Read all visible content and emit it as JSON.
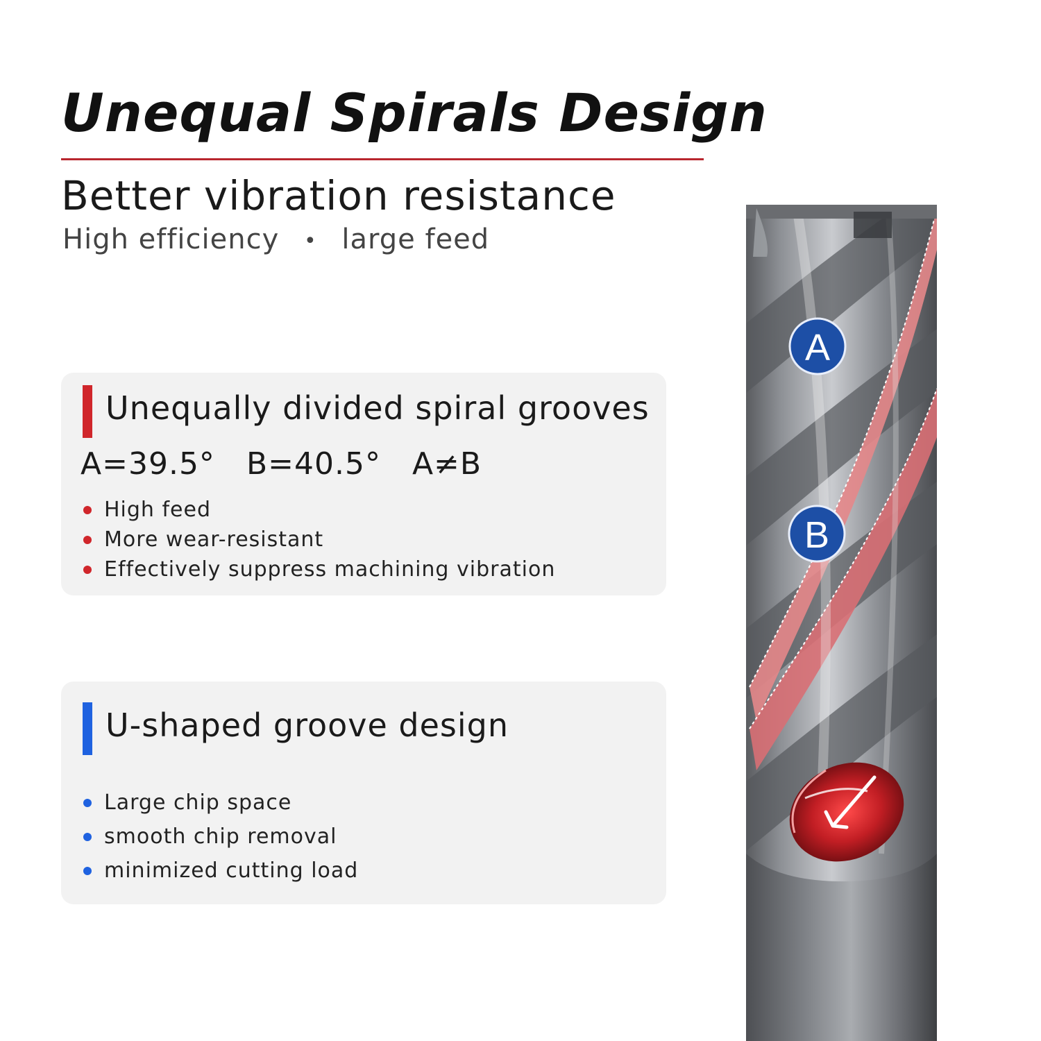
{
  "header": {
    "title": "Unequal Spirals Design",
    "subtitle": "Better vibration resistance",
    "tagline_left": "High efficiency",
    "tagline_separator": "•",
    "tagline_right": "large feed"
  },
  "cards": [
    {
      "heading": "Unequally divided spiral grooves",
      "formula": [
        "A=39.5°",
        "B=40.5°",
        "A≠B"
      ],
      "bullets": [
        "High feed",
        "More wear-resistant",
        "Effectively suppress machining vibration"
      ]
    },
    {
      "heading": "U-shaped groove design",
      "bullets": [
        "Large chip space",
        "smooth chip removal",
        "minimized cutting load"
      ]
    }
  ],
  "tool_labels": {
    "a": "A",
    "b": "B"
  },
  "colors": {
    "accent_red": "#d0262b",
    "accent_blue": "#1f62e0",
    "badge_blue": "#1d4fa6",
    "title_rule": "#b8262e",
    "card_bg": "#f2f2f2",
    "spiral_highlight": "#e4878a"
  },
  "icons": {
    "card1_marker": "red-bar",
    "card2_marker": "blue-bar",
    "card1_bullet": "red-dot",
    "card2_bullet": "blue-dot"
  }
}
